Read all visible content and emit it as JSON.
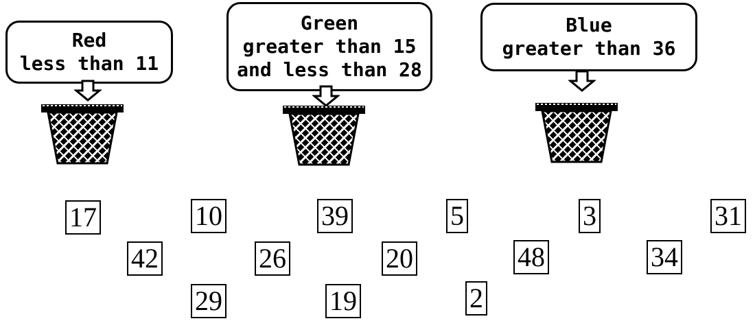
{
  "heading_fragment": "",
  "rules": [
    {
      "color": "Red",
      "lines": [
        "Red",
        "less than 11"
      ]
    },
    {
      "color": "Green",
      "lines": [
        "Green",
        "greater than 15",
        "and less than 28"
      ]
    },
    {
      "color": "Blue",
      "lines": [
        "Blue",
        "greater than 36"
      ]
    }
  ],
  "numbers": [
    "17",
    "10",
    "39",
    "5",
    "3",
    "31",
    "42",
    "26",
    "20",
    "48",
    "34",
    "29",
    "19",
    "2"
  ],
  "icons": {
    "arrow": "down-arrow-icon",
    "basket": "woven-basket-icon"
  }
}
